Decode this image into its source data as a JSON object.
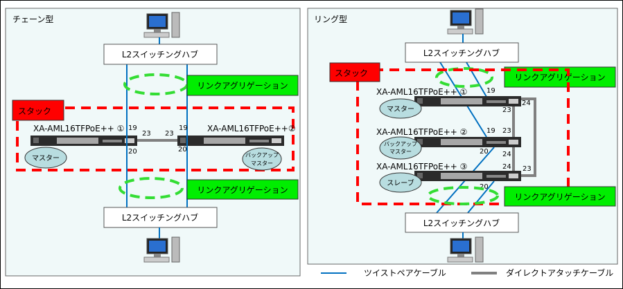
{
  "left": {
    "title": "チェーン型",
    "hub_top": "L2スイッチングハブ",
    "hub_bottom": "L2スイッチングハブ",
    "lag_top": "リンクアグリゲーション",
    "lag_bottom": "リンクアグリゲーション",
    "stack": "スタック",
    "switch1": "XA-AML16TFPoE++ ①",
    "switch2": "XA-AML16TFPoE++②",
    "role1": "マスター",
    "role2a": "バックアップ",
    "role2b": "マスター",
    "ports": {
      "p19a": "19",
      "p20a": "20",
      "p23a": "23",
      "p23b": "23",
      "p19b": "19",
      "p20b": "20"
    }
  },
  "right": {
    "title": "リング型",
    "hub_top": "L2スイッチングハブ",
    "hub_bottom": "L2スイッチングハブ",
    "lag_top": "リンクアグリゲーション",
    "lag_bottom": "リンクアグリゲーション",
    "stack": "スタック",
    "switch1": "XA-AML16TFPoE++ ①",
    "switch2": "XA-AML16TFPoE++ ②",
    "switch3": "XA-AML16TFPoE++ ③",
    "role1": "マスター",
    "role2a": "バックアップ",
    "role2b": "マスター",
    "role3": "スレーブ",
    "ports": {
      "s1_19": "19",
      "s1_24": "24",
      "s1_23": "23",
      "s2_19": "19",
      "s2_23": "23",
      "s2_20": "20",
      "s2_24": "24",
      "s3_24": "24",
      "s3_23": "23",
      "s3_20": "20"
    }
  },
  "legend": {
    "twisted": "ツイストペアケーブル",
    "dac": "ダイレクトアタッチケーブル"
  },
  "colors": {
    "twisted": "#0070c0",
    "dac": "#808080",
    "stack": "#ff0000",
    "lag": "#00ff00"
  }
}
